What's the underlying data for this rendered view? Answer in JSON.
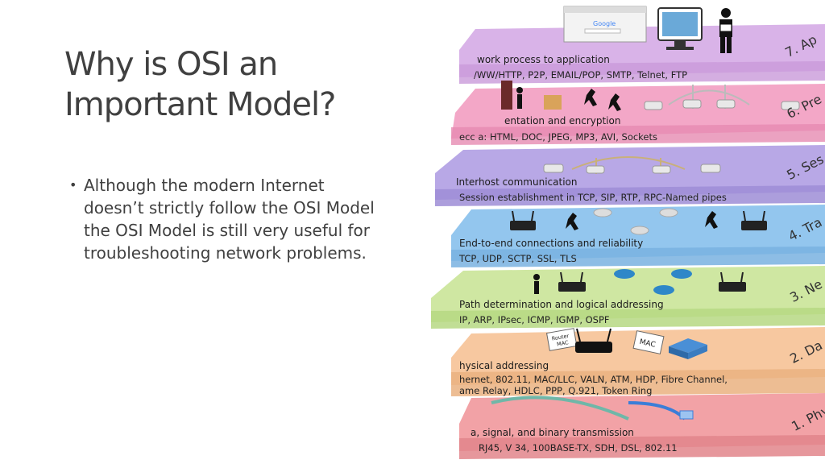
{
  "slide": {
    "title_line1": "Why is OSI an",
    "title_line2": "Important Model?",
    "bullets": [
      "Although the modern Internet doesn’t strictly follow the OSI Model the OSI Model is still very useful for troubleshooting network problems."
    ]
  },
  "browser": {
    "search_brand": "Google"
  },
  "osi_layers": [
    {
      "number_label": "7. Ap",
      "description": "work process to application",
      "protocols": "/WW/HTTP, P2P, EMAIL/POP, SMTP, Telnet, FTP",
      "color": "#d9b3e8"
    },
    {
      "number_label": "6. Pre",
      "description": "entation and encryption",
      "protocols": "ecc           a: HTML, DOC, JPEG, MP3, AVI, Sockets",
      "color": "#f3a7c7"
    },
    {
      "number_label": "5. Ses",
      "description": "Interhost communication",
      "protocols": "Session establishment in TCP, SIP, RTP, RPC-Named pipes",
      "color": "#b8a8e6"
    },
    {
      "number_label": "4. Tra",
      "description": "End-to-end connections and reliability",
      "protocols": "TCP, UDP, SCTP, SSL, TLS",
      "color": "#93c6ee"
    },
    {
      "number_label": "3. Ne",
      "description": "Path determination and logical addressing",
      "protocols": "IP, ARP, IPsec, ICMP, IGMP, OSPF",
      "color": "#cfe7a2"
    },
    {
      "number_label": "2. Da",
      "description": "hysical addressing",
      "protocols": "hernet, 802.11, MAC/LLC, VALN, ATM, HDP, Fibre Channel,",
      "protocols2": "ame Relay, HDLC,  PPP, Q.921, Token Ring",
      "color": "#f7c8a0"
    },
    {
      "number_label": "1. Phy",
      "description": "a, signal, and binary transmission",
      "protocols": "RJ45, V 34, 100BASE-TX, SDH, DSL, 802.11",
      "color": "#f2a2a6"
    }
  ],
  "badges": {
    "router_mac_line1": "Router",
    "router_mac_line2": "MAC",
    "mac": "MAC"
  }
}
